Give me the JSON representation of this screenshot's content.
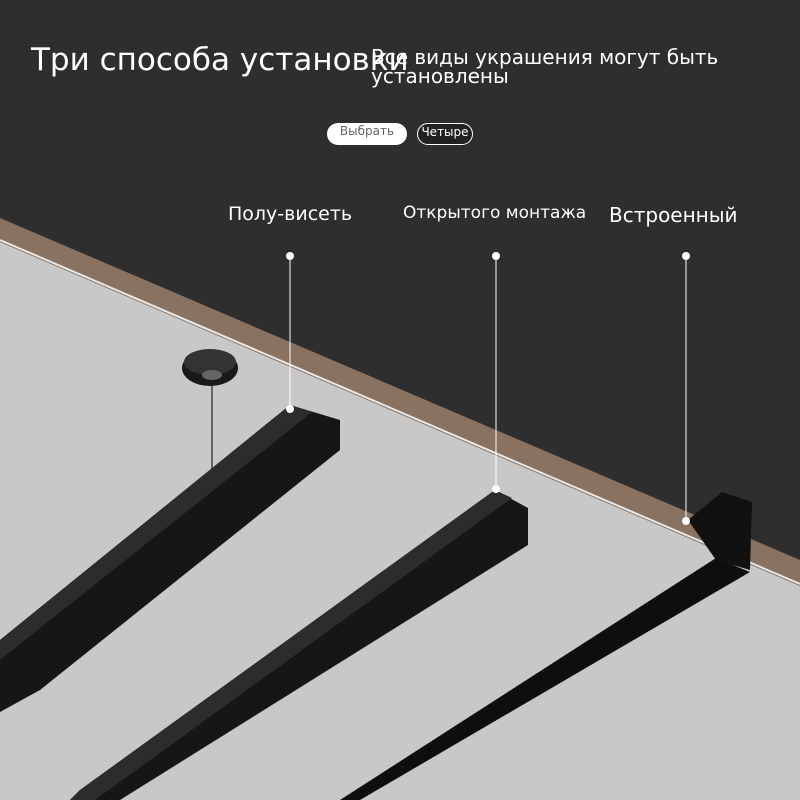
{
  "header": {
    "title": "Три способа установки",
    "subtitle": "Все виды украшения могут быть установлены"
  },
  "buttons": {
    "select": "Выбрать",
    "four": "Четыре"
  },
  "methods": [
    {
      "label": "Полу-висеть"
    },
    {
      "label": "Открытого монтажа"
    },
    {
      "label": "Встроенный"
    }
  ],
  "colors": {
    "background": "#2e2e2e",
    "ceiling": "#c9c9c9",
    "ceiling_edge": "#8a7260",
    "rail": "#151515"
  }
}
